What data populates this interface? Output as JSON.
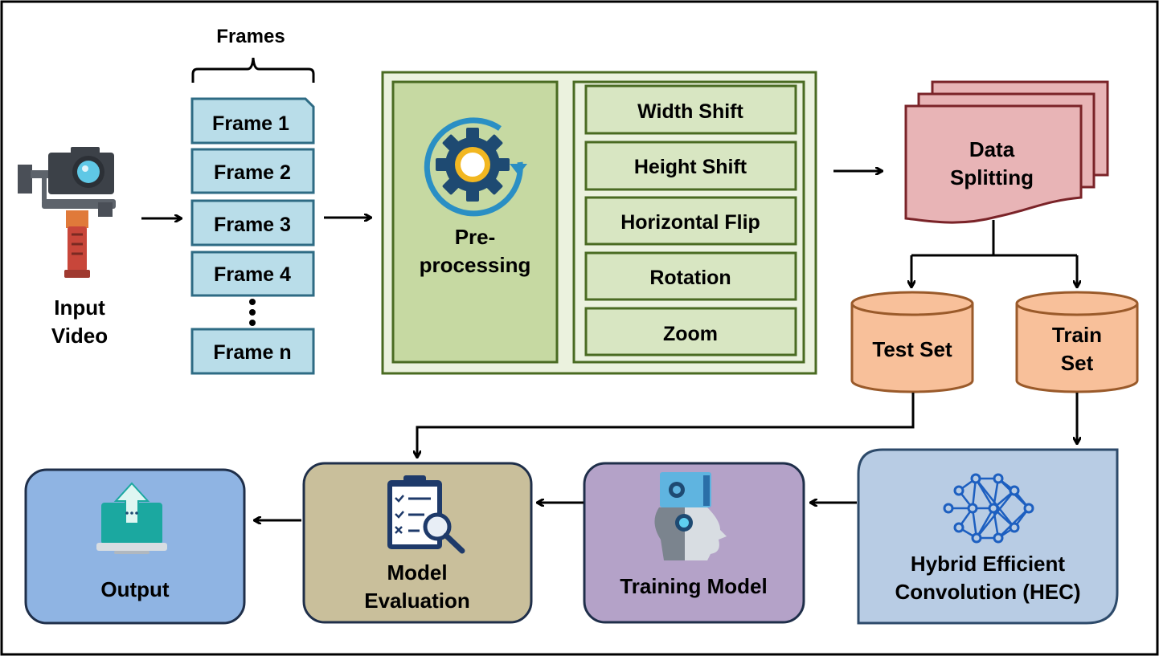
{
  "input": {
    "line1": "Input",
    "line2": "Video"
  },
  "frames": {
    "heading": "Frames",
    "items": [
      "Frame 1",
      "Frame 2",
      "Frame 3",
      "Frame 4",
      "Frame n"
    ]
  },
  "preprocessing": {
    "line1": "Pre-",
    "line2": "processing",
    "augmentations": [
      "Width Shift",
      "Height Shift",
      "Horizontal Flip",
      "Rotation",
      "Zoom"
    ]
  },
  "data_splitting": {
    "line1": "Data",
    "line2": "Splitting"
  },
  "test_set": {
    "label": "Test Set"
  },
  "train_set": {
    "line1": "Train",
    "line2": "Set"
  },
  "hec": {
    "line1": "Hybrid Efficient",
    "line2": "Convolution (HEC)"
  },
  "training_model": {
    "label": "Training Model"
  },
  "model_evaluation": {
    "line1": "Model",
    "line2": "Evaluation"
  },
  "output": {
    "label": "Output"
  },
  "colors": {
    "frame_fill": "#b9dde9",
    "frame_stroke": "#2e6b84",
    "prep_outer": "#ebf2de",
    "prep_inner": "#c6d9a2",
    "prep_item": "#d8e6c2",
    "prep_stroke": "#4a6b22",
    "split_fill": "#e8b4b6",
    "split_stroke": "#7a2328",
    "cyl_fill": "#f8c09a",
    "cyl_stroke": "#9a5a2a",
    "hec_fill": "#b8cce4",
    "hec_stroke": "#2d4a6a",
    "train_fill": "#b4a2c8",
    "eval_fill": "#c9bf9b",
    "output_fill": "#8fb4e3",
    "box_stroke": "#1f2f4a"
  }
}
